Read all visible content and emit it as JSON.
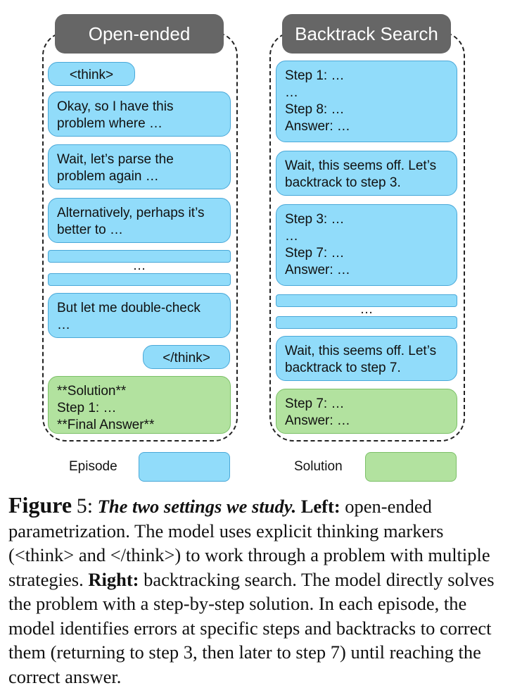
{
  "left_panel": {
    "title": "Open-ended",
    "think_open": "<think>",
    "boxes": [
      "Okay, so I have this\nproblem where …",
      "Wait, let’s parse the\nproblem again …",
      "Alternatively, perhaps it’s\nbetter to …",
      "But let me double-check\n…"
    ],
    "ellipsis": "…",
    "think_close": "</think>",
    "solution": "**Solution**\nStep 1: …\n**Final Answer**"
  },
  "right_panel": {
    "title": "Backtrack Search",
    "boxes": [
      "Step 1: …\n…\nStep 8: …\nAnswer: …",
      "Wait, this seems off. Let’s\nbacktrack to step 3.",
      "Step 3: …\n…\nStep 7: …\nAnswer: …",
      "Wait, this seems off. Let’s\nbacktrack to step 7."
    ],
    "ellipsis": "…",
    "solution": "Step 7: …\nAnswer: …"
  },
  "legend": {
    "episode_label": "Episode",
    "solution_label": "Solution",
    "episode_color": "#91dcfa",
    "solution_color": "#b2e29f"
  },
  "caption": {
    "figure_word": "Figure",
    "figure_number": "5:",
    "title": "The two settings we study.",
    "left_label": "Left:",
    "left_text": "open-ended parametrization. The model uses explicit thinking markers (<think> and </think>) to work through a problem with multiple strategies.",
    "right_label": "Right:",
    "right_text": "backtracking search. The model directly solves the problem with a step-by-step solution. In each episode, the model identifies errors at specific steps and backtracks to correct them (returning to step 3, then later to step 7) until reaching the correct answer."
  }
}
